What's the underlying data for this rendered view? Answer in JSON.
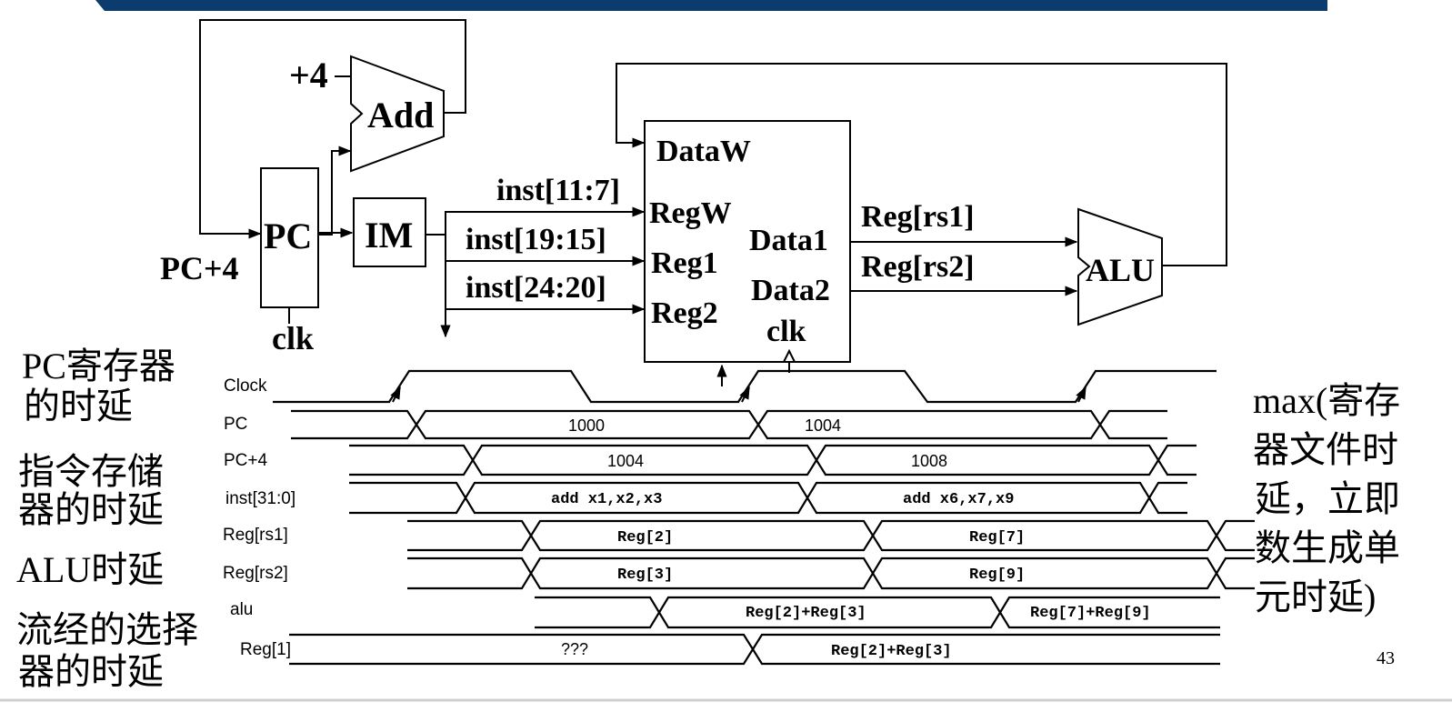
{
  "datapath": {
    "plus4": "+4",
    "add": "Add",
    "pc": "PC",
    "im": "IM",
    "pc_plus4": "PC+4",
    "clk": "clk",
    "inst_11_7": "inst[11:7]",
    "inst_19_15": "inst[19:15]",
    "inst_24_20": "inst[24:20]",
    "dataw": "DataW",
    "regw": "RegW",
    "reg1": "Reg1",
    "reg2": "Reg2",
    "data1": "Data1",
    "data2": "Data2",
    "reg_rs1": "Reg[rs1]",
    "reg_rs2": "Reg[rs2]",
    "alu": "ALU"
  },
  "timing": {
    "signals": [
      "Clock",
      "PC",
      "PC+4",
      "inst[31:0]",
      "Reg[rs1]",
      "Reg[rs2]",
      "alu",
      "Reg[1]"
    ],
    "values": {
      "pc": [
        "1000",
        "1004"
      ],
      "pc_plus4": [
        "1004",
        "1008"
      ],
      "inst": [
        "add x1,x2,x3",
        "add x6,x7,x9"
      ],
      "reg_rs1": [
        "Reg[2]",
        "Reg[7]"
      ],
      "reg_rs2": [
        "Reg[3]",
        "Reg[9]"
      ],
      "alu": [
        "Reg[2]+Reg[3]",
        "Reg[7]+Reg[9]"
      ],
      "reg1": [
        "???",
        "Reg[2]+Reg[3]"
      ]
    }
  },
  "annotations": {
    "pc_delay": [
      "PC寄存器",
      "的时延"
    ],
    "im_delay": [
      "指令存储",
      "器的时延"
    ],
    "alu_delay": "ALU时延",
    "mux_delay": [
      "流经的选择",
      "器的时延"
    ],
    "regfile_delay": [
      "max(寄存",
      "器文件时",
      "延，立即",
      "数生成单",
      "元时延)"
    ]
  },
  "page_number": "43"
}
